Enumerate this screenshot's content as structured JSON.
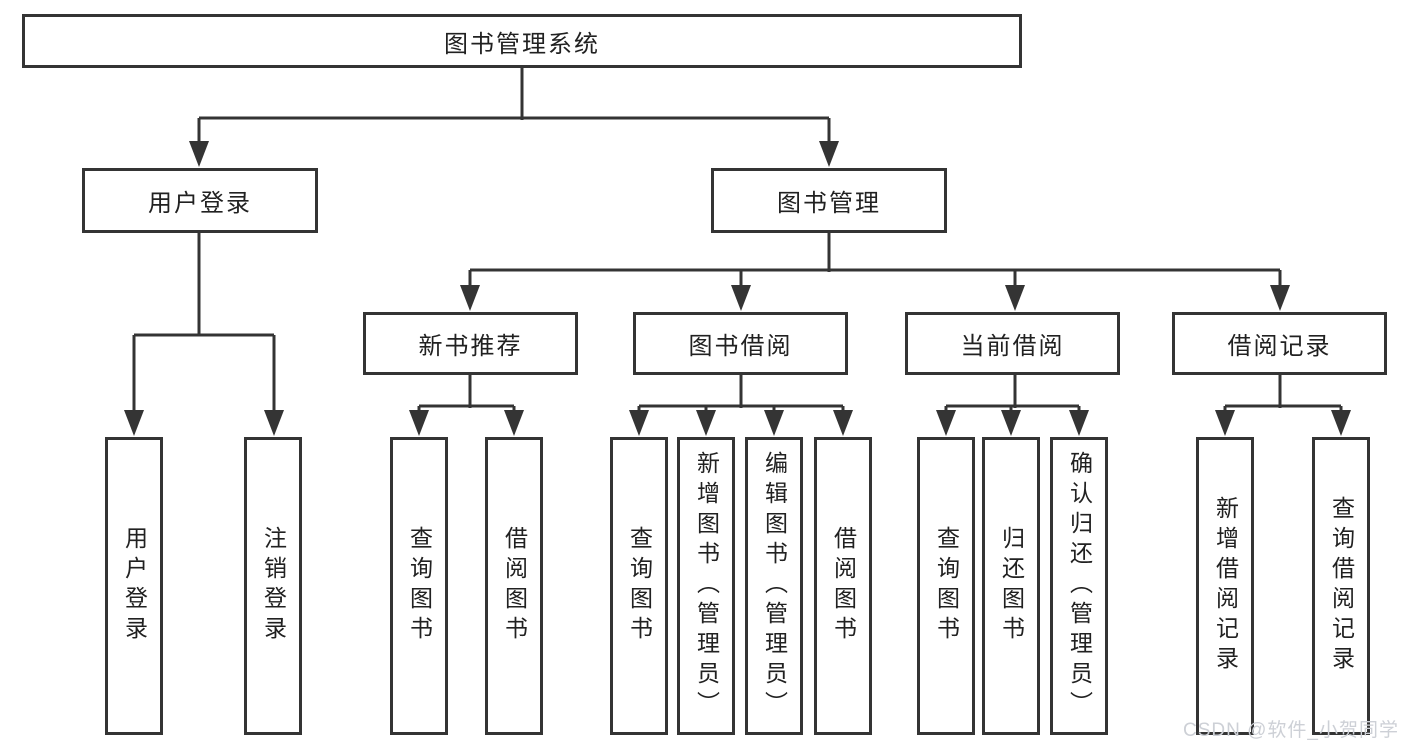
{
  "diagram": {
    "title": "图书管理系统",
    "level2": [
      {
        "label": "用户登录"
      },
      {
        "label": "图书管理"
      }
    ],
    "level3": [
      {
        "label": "新书推荐",
        "parent": "图书管理"
      },
      {
        "label": "图书借阅",
        "parent": "图书管理"
      },
      {
        "label": "当前借阅",
        "parent": "图书管理"
      },
      {
        "label": "借阅记录",
        "parent": "图书管理"
      }
    ],
    "leaves": [
      {
        "label": "用户登录",
        "parent": "用户登录"
      },
      {
        "label": "注销登录",
        "parent": "用户登录"
      },
      {
        "label": "查询图书",
        "parent": "新书推荐"
      },
      {
        "label": "借阅图书",
        "parent": "新书推荐"
      },
      {
        "label": "查询图书",
        "parent": "图书借阅"
      },
      {
        "label": "新增图书（管理员）",
        "parent": "图书借阅"
      },
      {
        "label": "编辑图书（管理员）",
        "parent": "图书借阅"
      },
      {
        "label": "借阅图书",
        "parent": "图书借阅"
      },
      {
        "label": "查询图书",
        "parent": "当前借阅"
      },
      {
        "label": "归还图书",
        "parent": "当前借阅"
      },
      {
        "label": "确认归还（管理员）",
        "parent": "当前借阅"
      },
      {
        "label": "新增借阅记录",
        "parent": "借阅记录"
      },
      {
        "label": "查询借阅记录",
        "parent": "借阅记录"
      }
    ]
  },
  "watermark": {
    "text": "CSDN @软件_小贺同学"
  },
  "colors": {
    "line": "#343434",
    "text": "#212121",
    "watermark": "#cdd0d6",
    "background": "#ffffff"
  }
}
